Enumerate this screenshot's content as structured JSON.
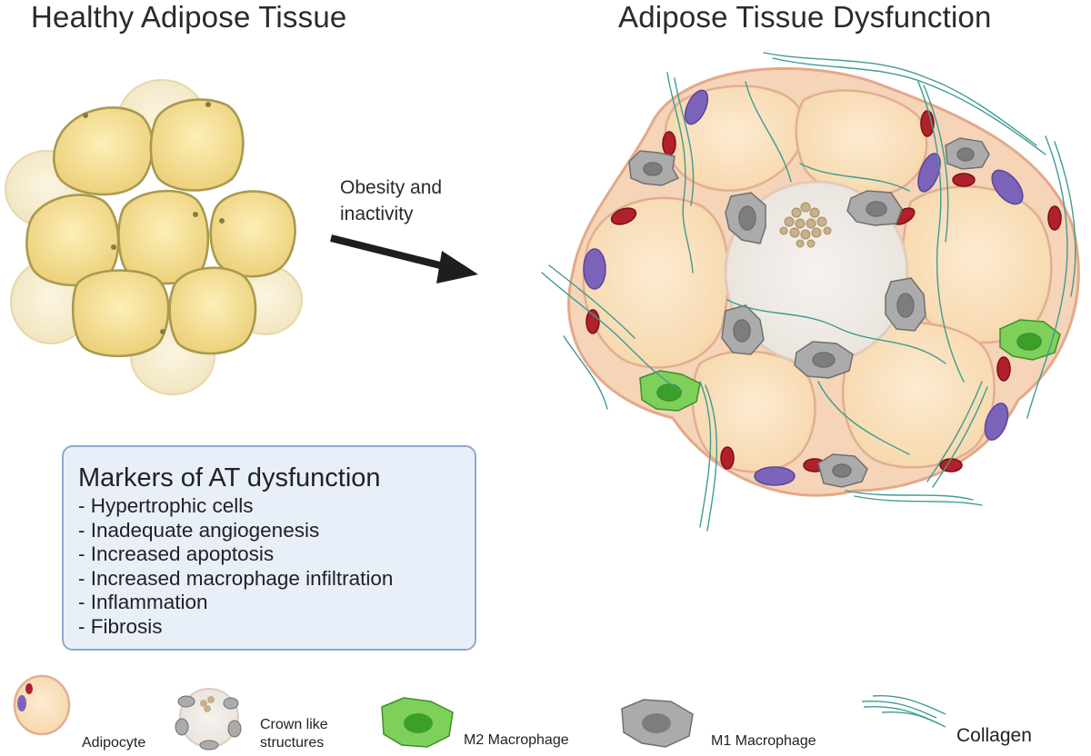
{
  "titles": {
    "left": "Healthy Adipose Tissue",
    "right": "Adipose Tissue Dysfunction"
  },
  "arrow": {
    "label_line1": "Obesity and",
    "label_line2": "inactivity"
  },
  "markers": {
    "title": "Markers of AT dysfunction",
    "items": [
      "- Hypertrophic cells",
      "- Inadequate angiogenesis",
      "- Increased apoptosis",
      "- Increased macrophage infiltration",
      "- Inflammation",
      "- Fibrosis"
    ]
  },
  "legend": {
    "adipocyte": "Adipocyte",
    "crown_line1": "Crown like",
    "crown_line2": "structures",
    "m2": "M2 Macrophage",
    "m1": "M1 Macrophage",
    "collagen": "Collagen"
  },
  "colors": {
    "healthy_cell": "#f3dc8c",
    "healthy_cell_faded": "#f6edcf",
    "hypertrophic_cell": "#fbe3c2",
    "cell_border": "#e9b89a",
    "nucleus_purple": "#7b63b9",
    "nucleus_red": "#b0212b",
    "m1_macrophage": "#a9a9a9",
    "m2_macrophage": "#6cc24a",
    "collagen": "#3f9c91",
    "markers_box_fill": "#e8eff9",
    "markers_box_border": "#8fa8cb"
  }
}
